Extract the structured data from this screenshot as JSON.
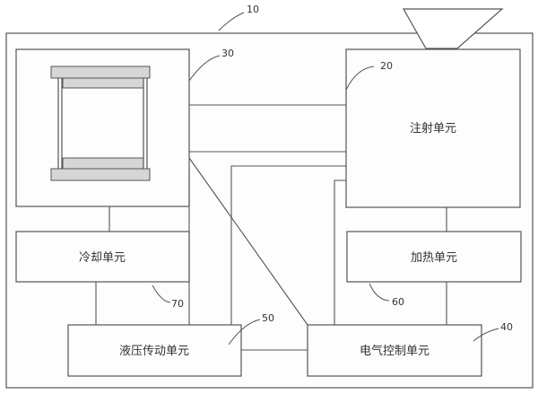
{
  "refs": {
    "system": "10",
    "injection": "20",
    "mold": "30",
    "electric_control": "40",
    "hydraulic": "50",
    "heating": "60",
    "cooling": "70"
  },
  "units": {
    "injection": "注射单元",
    "cooling": "冷却单元",
    "heating": "加热单元",
    "hydraulic": "液压传动单元",
    "electric_control": "电气控制单元"
  }
}
